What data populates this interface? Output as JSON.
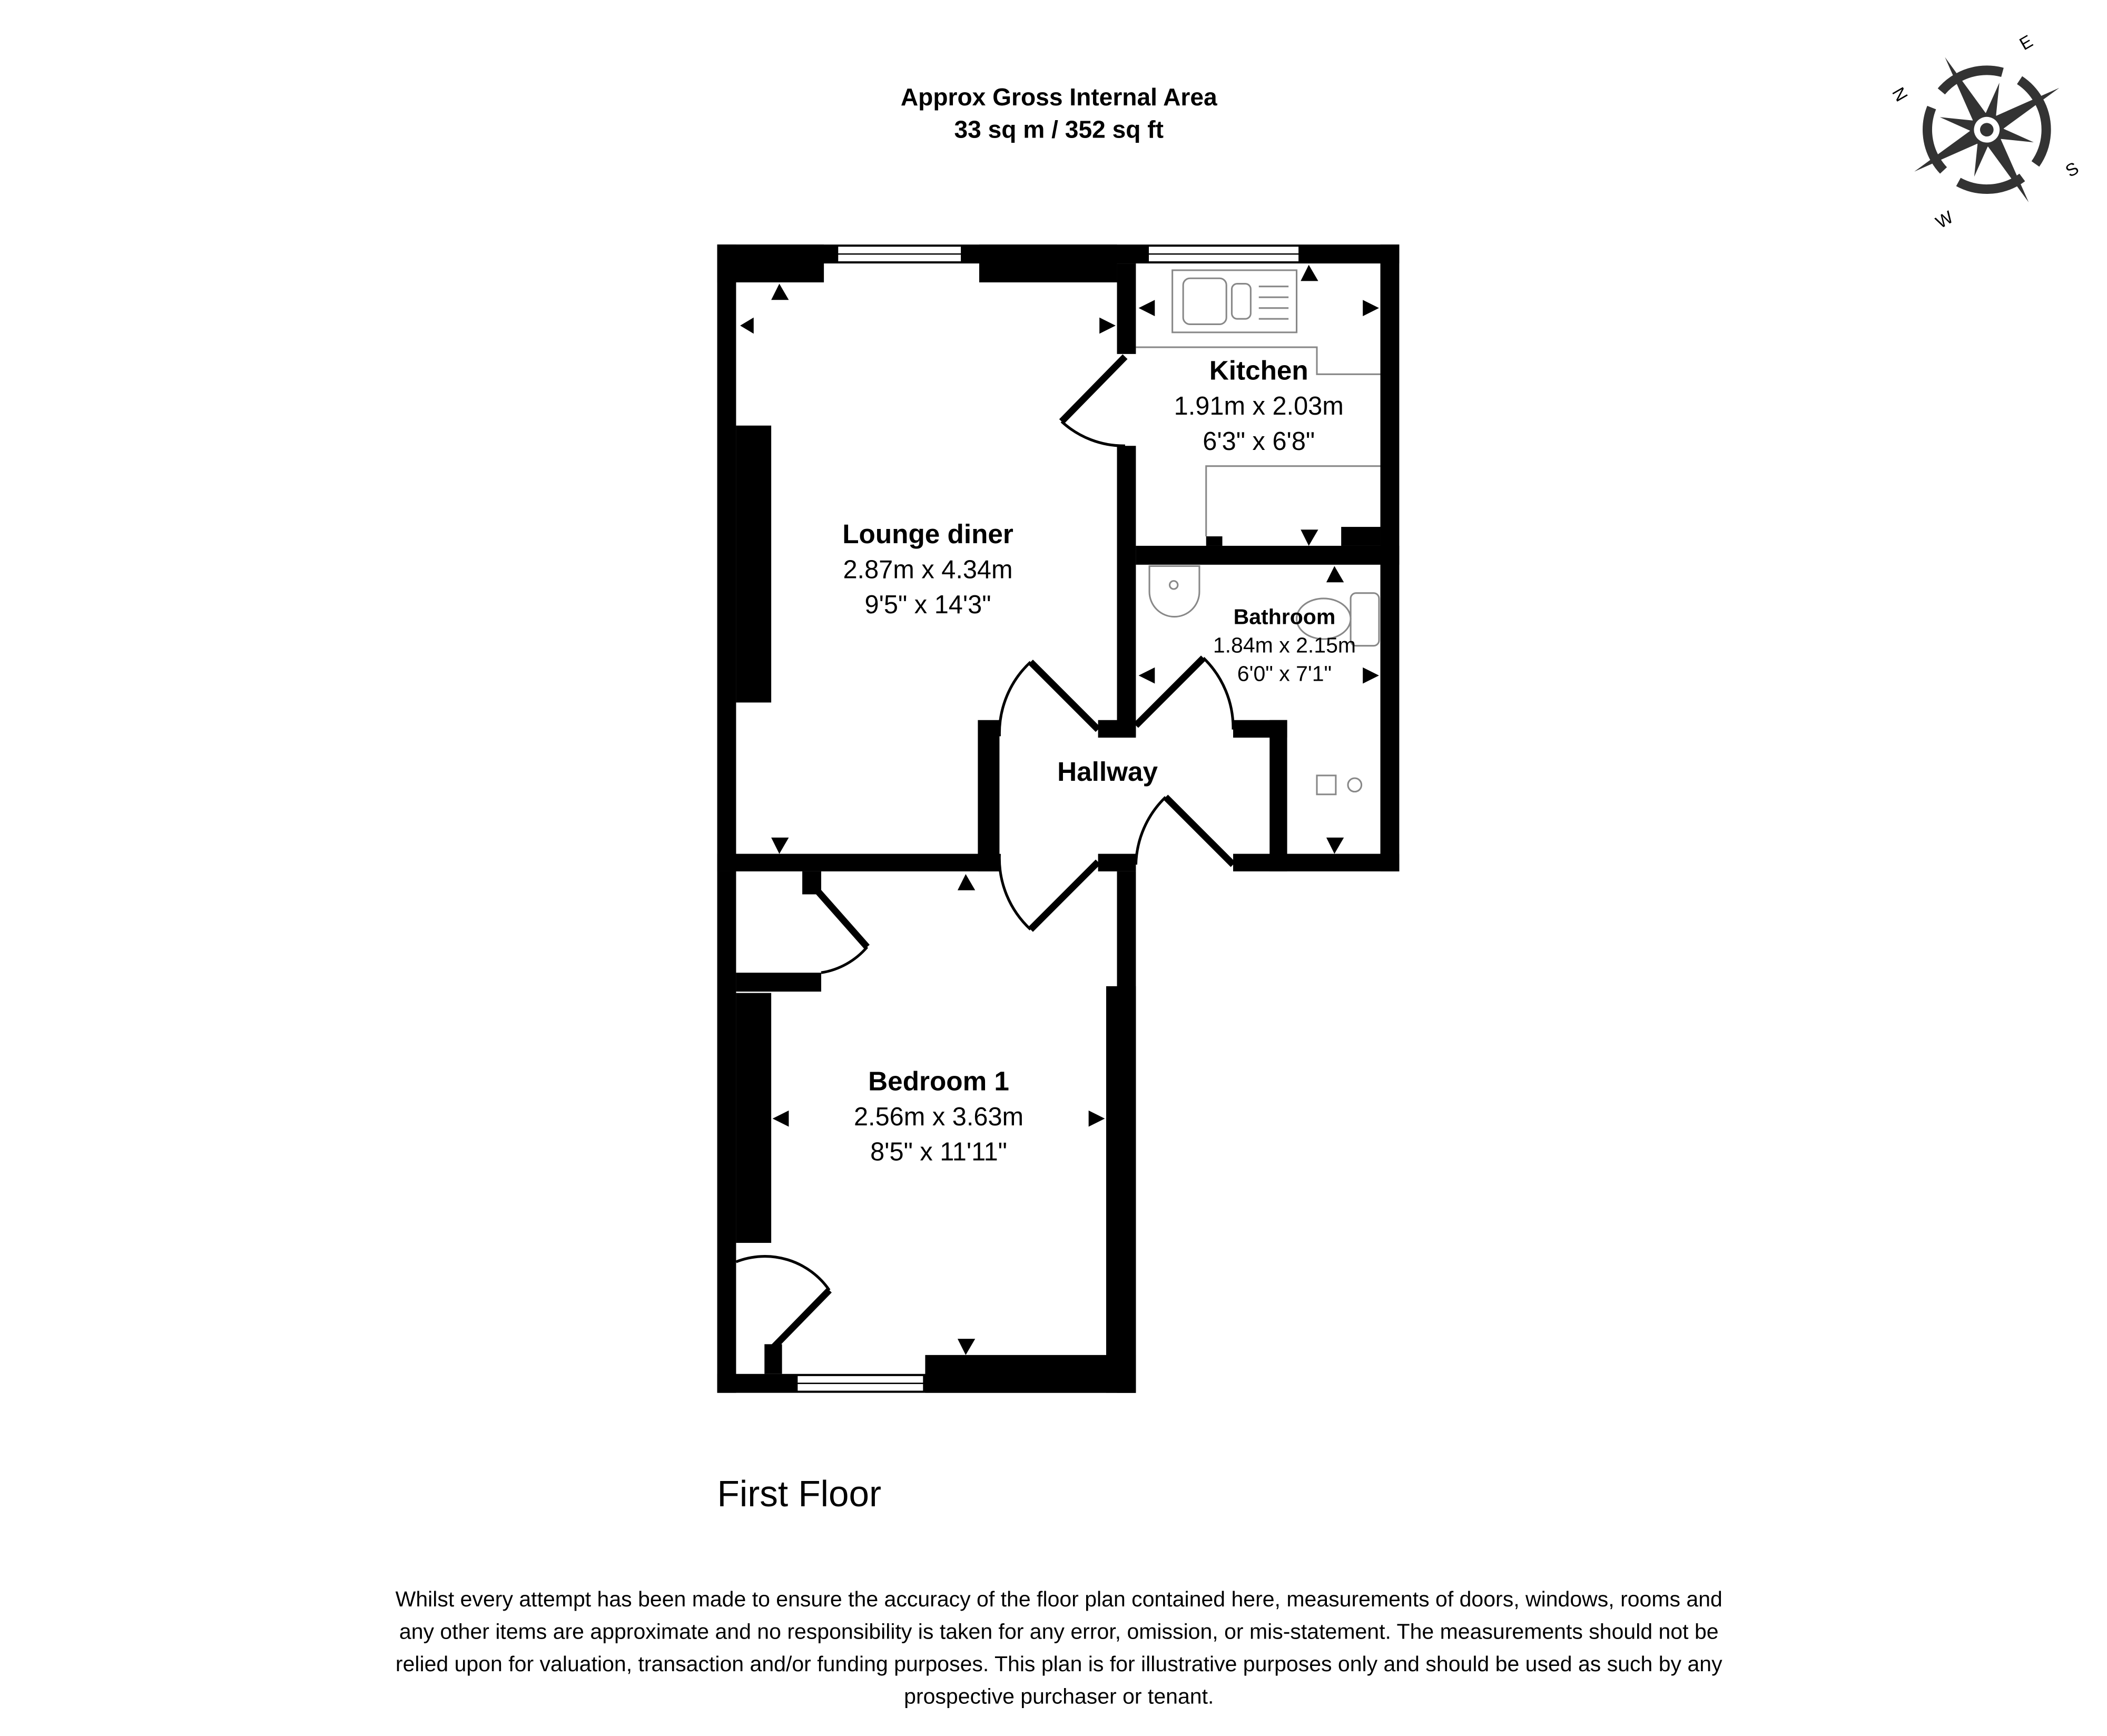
{
  "header": {
    "title_line1": "Approx Gross Internal Area",
    "title_line2": "33 sq m / 352 sq ft"
  },
  "compass": {
    "n": "N",
    "e": "E",
    "s": "S",
    "w": "W"
  },
  "rooms": {
    "kitchen": {
      "name": "Kitchen",
      "metric": "1.91m x 2.03m",
      "imperial": "6'3\" x 6'8\""
    },
    "lounge": {
      "name": "Lounge diner",
      "metric": "2.87m x 4.34m",
      "imperial": "9'5\" x 14'3\""
    },
    "bathroom": {
      "name": "Bathroom",
      "metric": "1.84m x 2.15m",
      "imperial": "6'0\" x 7'1\""
    },
    "hallway": {
      "name": "Hallway"
    },
    "bedroom": {
      "name": "Bedroom 1",
      "metric": "2.56m x 3.63m",
      "imperial": "8'5\" x 11'11\""
    }
  },
  "floor_label": "First Floor",
  "disclaimer": [
    "Whilst every attempt has been made to ensure the accuracy of the floor plan contained here, measurements of doors, windows, rooms and",
    "any other items are approximate and no responsibility is taken for any error, omission, or mis-statement. The measurements should not be",
    "relied upon for valuation, transaction and/or funding purposes. This plan is for illustrative purposes only and should be used as such by any",
    "prospective purchaser or tenant."
  ]
}
